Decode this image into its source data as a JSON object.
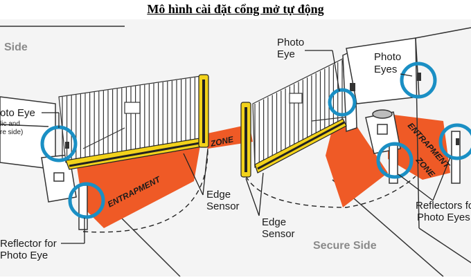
{
  "title": "Mô hình cài đặt cổng mở tự động",
  "labels": {
    "side_left": "Side",
    "secure_side": "Secure Side",
    "photo_eye_left_1": "oto Eye",
    "photo_eye_left_2": "lic and",
    "photo_eye_left_3": "re side)",
    "photo_eye_top_1": "Photo",
    "photo_eye_top_2": "Eye",
    "photo_eyes_right_1": "Photo",
    "photo_eyes_right_2": "Eyes",
    "edge_sensor_1_a": "Edge",
    "edge_sensor_1_b": "Sensor",
    "edge_sensor_2_a": "Edge",
    "edge_sensor_2_b": "Sensor",
    "reflector_left_1": "Reflector for",
    "reflector_left_2": "Photo Eye",
    "reflector_right_1": "Reflectors fo",
    "reflector_right_2": "Photo Eyes",
    "entrapment_left": "ENTRAPMENT",
    "zone_middle": "ZONE",
    "entrapment_right_1": "ENTRAPMENT",
    "entrapment_right_2": "ZONE"
  },
  "colors": {
    "zone": "#ef5a26",
    "highlight_ring": "#1a8fc4",
    "edge_sensor_box": "#f2d21b",
    "line": "#2a2a2a"
  }
}
